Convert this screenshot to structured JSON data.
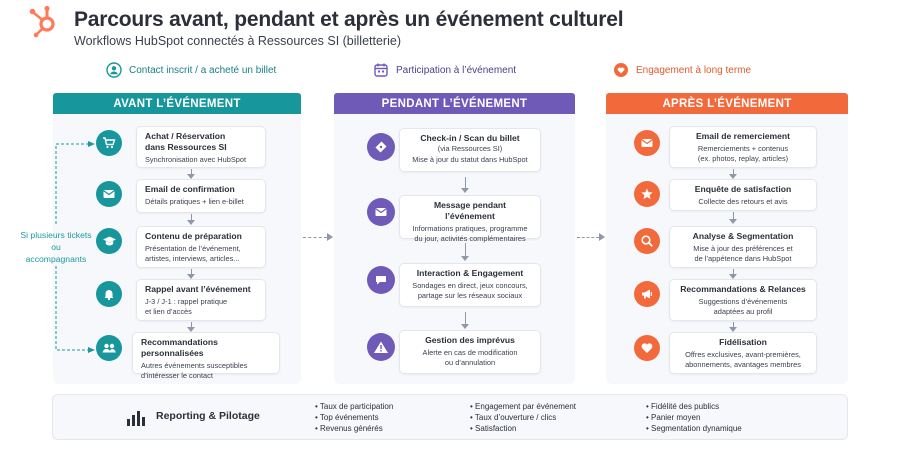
{
  "title": "Parcours avant, pendant et après un événement culturel",
  "subtitle": "Workflows HubSpot connectés à Ressources SI (billetterie)",
  "phases": {
    "before": "Contact inscrit / a acheté un billet",
    "during": "Participation à l’événement",
    "after": "Engagement à long terme"
  },
  "colors": {
    "teal": "#17969b",
    "purple": "#6f5ab8",
    "orange": "#f26a3c",
    "hubspot": "#ff7a59"
  },
  "columns": {
    "before": {
      "header": "AVANT L’ÉVÉNEMENT",
      "steps": [
        {
          "icon": "cart-icon",
          "title": "Achat / Réservation",
          "title2": "dans Ressources SI",
          "desc": "Synchronisation avec HubSpot"
        },
        {
          "icon": "mail-icon",
          "title": "Email de confirmation",
          "desc": "Détails pratiques + lien e-billet"
        },
        {
          "icon": "graduation-cap-icon",
          "title": "Contenu de préparation",
          "desc": "Présentation de l’événement,",
          "desc2": "artistes, interviews, articles..."
        },
        {
          "icon": "bell-icon",
          "title": "Rappel avant l’événement",
          "desc": "J-3 / J-1 : rappel pratique",
          "desc2": "et lien d’accès"
        },
        {
          "icon": "users-icon",
          "title": "Recommandations personnalisées",
          "desc": "Autres événements susceptibles",
          "desc2": "d’intéresser le contact"
        }
      ]
    },
    "during": {
      "header": "PENDANT L’ÉVÉNEMENT",
      "steps": [
        {
          "icon": "ticket-icon",
          "title": "Check-in / Scan du billet",
          "title2": "(via Ressources SI)",
          "desc": "Mise à jour du statut dans HubSpot"
        },
        {
          "icon": "mail-icon",
          "title": "Message pendant l’événement",
          "desc": "Informations pratiques, programme",
          "desc2": "du jour, activités complémentaires"
        },
        {
          "icon": "chat-icon",
          "title": "Interaction & Engagement",
          "desc": "Sondages en direct, jeux concours,",
          "desc2": "partage sur les réseaux sociaux"
        },
        {
          "icon": "warning-icon",
          "title": "Gestion des imprévus",
          "desc": "Alerte en cas de modification",
          "desc2": "ou d’annulation"
        }
      ]
    },
    "after": {
      "header": "APRÈS L’ÉVÉNEMENT",
      "steps": [
        {
          "icon": "mail-icon",
          "title": "Email de remerciement",
          "desc": "Remerciements + contenus",
          "desc2": "(ex. photos, replay, articles)"
        },
        {
          "icon": "star-icon",
          "title": "Enquête de satisfaction",
          "desc": "Collecte des retours et avis"
        },
        {
          "icon": "search-icon",
          "title": "Analyse & Segmentation",
          "desc": "Mise à jour des préférences et",
          "desc2": "de l’appétence dans HubSpot"
        },
        {
          "icon": "megaphone-icon",
          "title": "Recommandations & Relances",
          "desc": "Suggestions d’événements",
          "desc2": "adaptées au profil"
        },
        {
          "icon": "heart-icon",
          "title": "Fidélisation",
          "desc": "Offres exclusives, avant-premières,",
          "desc2": "abonnements, avantages membres"
        }
      ]
    }
  },
  "side_note": "Si plusieurs tickets ou accompagnants",
  "footer": {
    "label": "Reporting & Pilotage",
    "col1": [
      "Taux de participation",
      "Top événements",
      "Revenus générés"
    ],
    "col2": [
      "Engagement par événement",
      "Taux d’ouverture / clics",
      "Satisfaction"
    ],
    "col3": [
      "Fidélité des publics",
      "Panier moyen",
      "Segmentation dynamique"
    ]
  }
}
